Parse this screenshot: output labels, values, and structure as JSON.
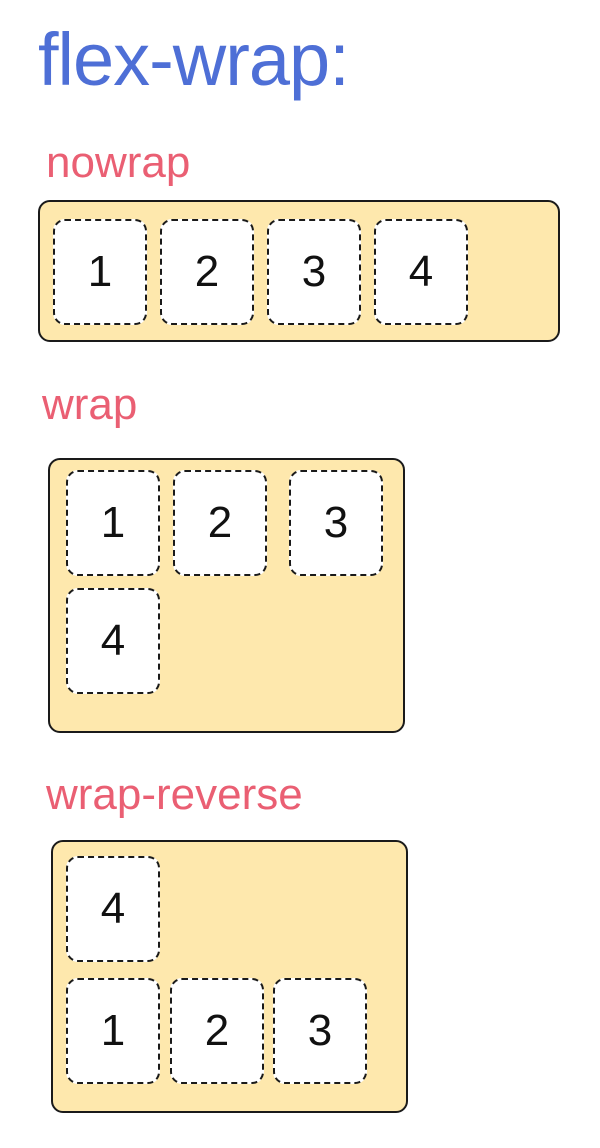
{
  "title": "flex-wrap:",
  "colors": {
    "title": "#4e6fd6",
    "label": "#ea5f73",
    "container_fill": "#fee8ad",
    "item_fill": "#ffffff",
    "border": "#1a1a1a"
  },
  "examples": [
    {
      "label": "nowrap",
      "items": [
        "1",
        "2",
        "3",
        "4"
      ]
    },
    {
      "label": "wrap",
      "items": [
        "1",
        "2",
        "3",
        "4"
      ]
    },
    {
      "label": "wrap-reverse",
      "items": [
        "4",
        "1",
        "2",
        "3"
      ]
    }
  ]
}
